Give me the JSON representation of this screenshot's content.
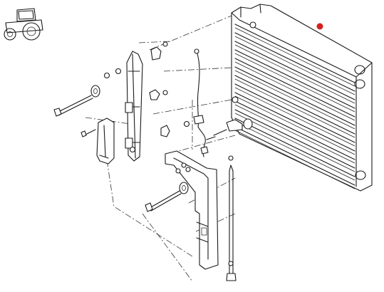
{
  "diagram": {
    "marker_color": "#d6201e",
    "line_color": "#1a1a1a",
    "icons": [
      "tractor-icon"
    ],
    "parts": [
      "condenser-core",
      "side-bracket",
      "handle",
      "mounting-plate",
      "bolt",
      "sensor-cable",
      "hose-fitting",
      "washer",
      "nut"
    ]
  }
}
